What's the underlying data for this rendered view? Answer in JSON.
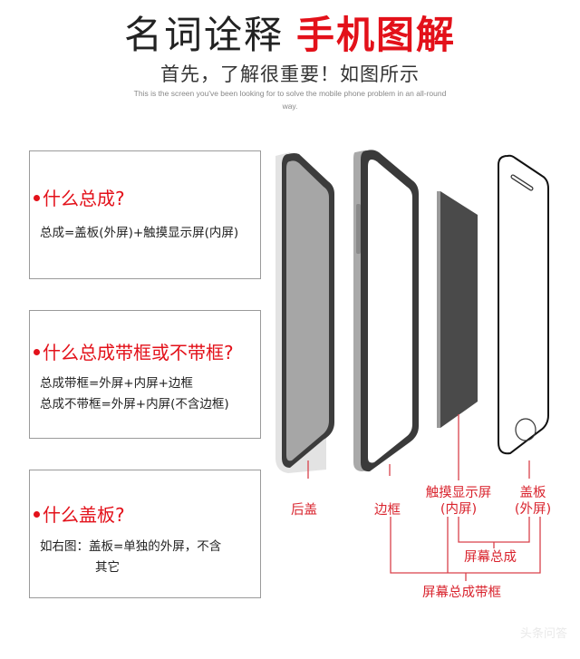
{
  "header": {
    "title_plain": "名词诠释",
    "title_highlight": "手机图解",
    "subtitle": "首先，了解很重要！如图所示",
    "english_tagline": "This is the screen you've been looking for to solve the mobile phone problem in an all-round way."
  },
  "definitions": [
    {
      "question": "什么总成?",
      "lines": [
        "总成=盖板(外屏)+触摸显示屏(内屏)"
      ]
    },
    {
      "question": "什么总成带框或不带框?",
      "lines": [
        "总成带框=外屏+内屏+边框",
        "总成不带框=外屏+内屏(不含边框)"
      ]
    },
    {
      "question": "什么盖板?",
      "lines": [
        "如右图：盖板=单独的外屏，不含",
        "其它"
      ]
    }
  ],
  "diagram": {
    "parts": [
      {
        "id": "back-cover",
        "label": "后盖"
      },
      {
        "id": "frame",
        "label": "边框"
      },
      {
        "id": "touch-display",
        "label_line1": "触摸显示屏",
        "label_line2": "(内屏)"
      },
      {
        "id": "cover-glass",
        "label_line1": "盖板",
        "label_line2": "(外屏)"
      }
    ],
    "groups": [
      {
        "id": "screen-assembly",
        "label": "屏幕总成"
      },
      {
        "id": "screen-assembly-with-frame",
        "label": "屏幕总成带框"
      }
    ],
    "colors": {
      "accent_red": "#e3111a",
      "line_red": "#d9424b",
      "back_cover_fill": "#a6a6a6",
      "dark_edge": "#3c3c3c",
      "display_fill": "#4a4a4a"
    }
  },
  "watermark": "头条问答"
}
